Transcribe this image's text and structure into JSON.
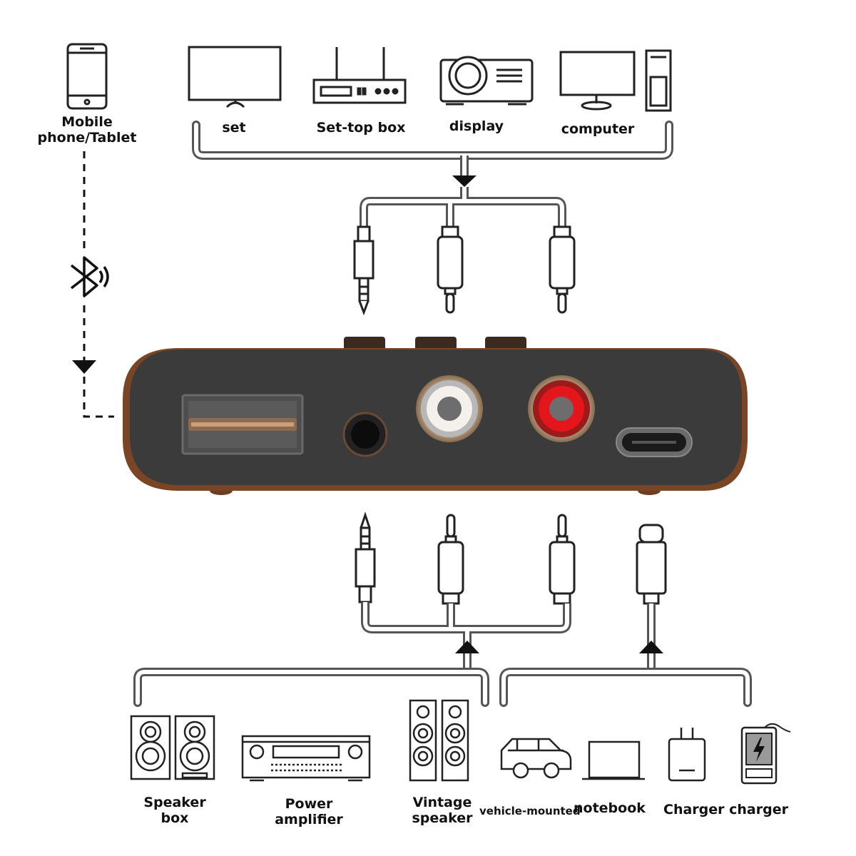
{
  "sources": {
    "mobile": "Mobile phone/Tablet",
    "set": "set",
    "settop": "Set-top box",
    "display": "display",
    "computer": "computer"
  },
  "outputs": {
    "speaker_box": "Speaker box",
    "power_amplifier": "Power amplifier",
    "vintage_speaker": "Vintage speaker",
    "vehicle": "vehicle-mounted",
    "notebook": "notebook",
    "charger": "Charger charger"
  },
  "icons": {
    "bluetooth": "bluetooth-icon",
    "phone": "mobile-phone-icon",
    "tv": "tv-icon",
    "router": "set-top-box-icon",
    "projector": "projector-icon",
    "computer": "computer-icon",
    "speaker": "speaker-icon",
    "amplifier": "amplifier-icon",
    "car": "car-icon",
    "laptop": "laptop-icon",
    "charger": "charger-icon",
    "powerbank": "power-bank-icon"
  },
  "colors": {
    "device_body": "#3a3a3a",
    "device_edge": "#6b3d22",
    "rca_red": "#e4161b",
    "rca_white": "#f2f2f2",
    "line": "#333333"
  }
}
